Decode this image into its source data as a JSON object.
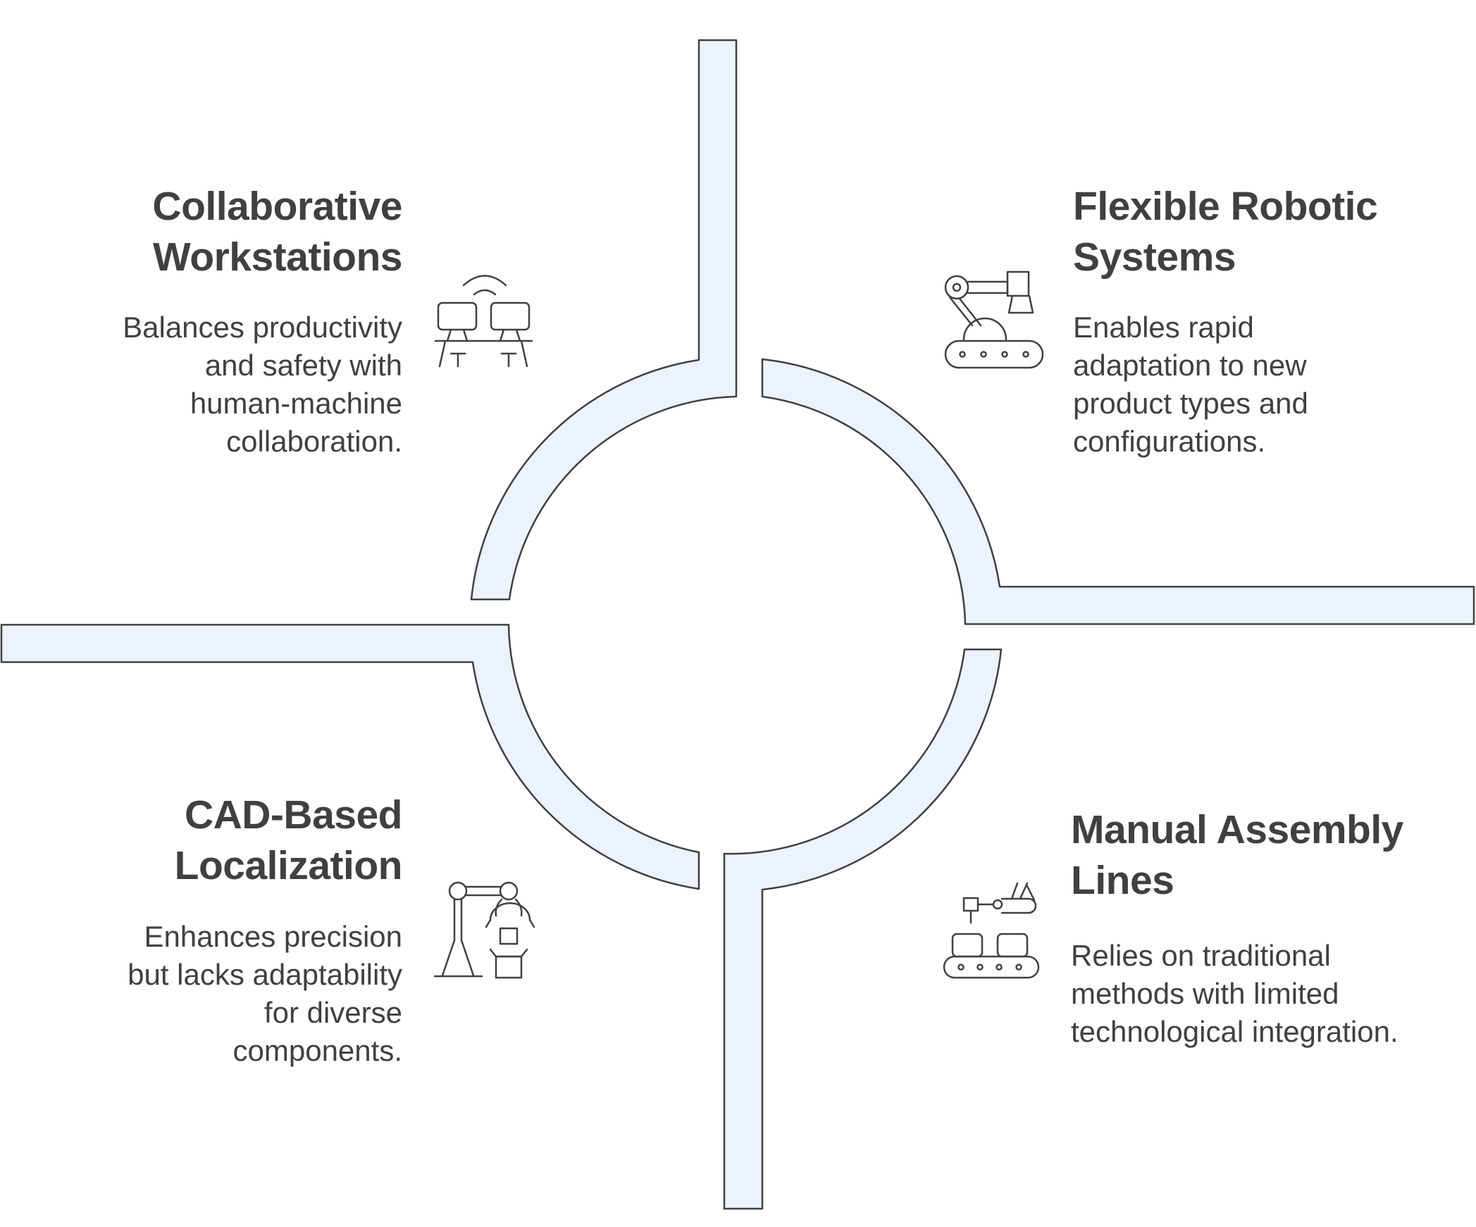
{
  "colors": {
    "band_fill": "#ecf2fe",
    "stroke": "#404040",
    "text": "#404040"
  },
  "quadrants": {
    "top_left": {
      "title_line1": "Collaborative",
      "title_line2": "Workstations",
      "desc_lines": [
        "Balances productivity",
        "and safety with",
        "human-machine",
        "collaboration."
      ],
      "icon": "workstations-icon"
    },
    "top_right": {
      "title_line1": "Flexible Robotic",
      "title_line2": "Systems",
      "desc_lines": [
        "Enables rapid",
        "adaptation to new",
        "product types and",
        "configurations."
      ],
      "icon": "robotic-arm-conveyor-icon"
    },
    "bottom_left": {
      "title_line1": "CAD-Based",
      "title_line2": "Localization",
      "desc_lines": [
        "Enhances precision",
        "but lacks adaptability",
        "for diverse",
        "components."
      ],
      "icon": "robot-gantry-icon"
    },
    "bottom_right": {
      "title_line1": "Manual Assembly",
      "title_line2": "Lines",
      "desc_lines": [
        "Relies on traditional",
        "methods with limited",
        "technological integration."
      ],
      "icon": "assembly-line-icon"
    }
  }
}
